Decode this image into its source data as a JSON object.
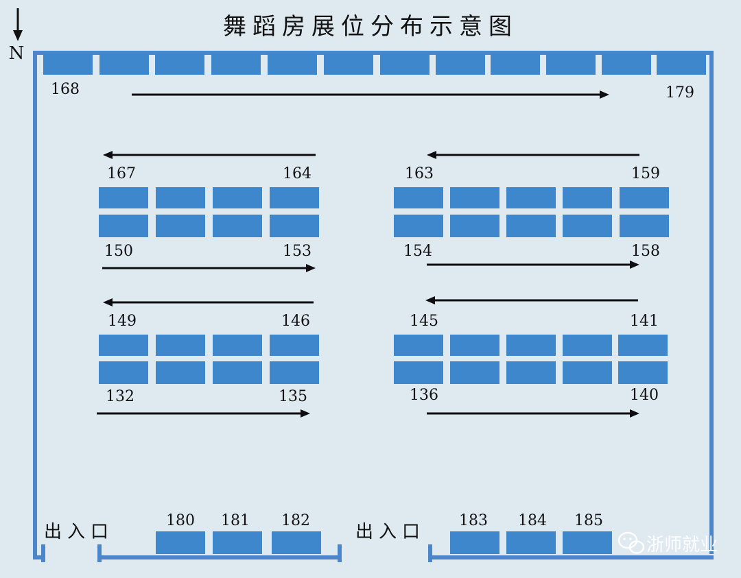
{
  "title": "舞蹈房展位分布示意图",
  "compass": {
    "label": "N"
  },
  "booth_color": "#3f87cc",
  "wall_color": "#4a86c9",
  "background_color": "#dfe9f0",
  "exits": {
    "west_label": "出入口",
    "east_label": "出入口"
  },
  "booth_numbers": {
    "north_row_start": "168",
    "north_row_end": "179",
    "block_nw_top_left": "167",
    "block_nw_top_right": "164",
    "block_nw_bottom_left": "150",
    "block_nw_bottom_right": "153",
    "block_ne_top_left": "163",
    "block_ne_top_right": "159",
    "block_ne_bottom_left": "154",
    "block_ne_bottom_right": "158",
    "block_sw_top_left": "149",
    "block_sw_top_right": "146",
    "block_sw_bottom_left": "132",
    "block_sw_bottom_right": "135",
    "block_se_top_left": "145",
    "block_se_top_right": "141",
    "block_se_bottom_left": "136",
    "block_se_bottom_right": "140",
    "south_booth_1": "180",
    "south_booth_2": "181",
    "south_booth_3": "182",
    "south_booth_4": "183",
    "south_booth_5": "184",
    "south_booth_6": "185"
  },
  "watermark": {
    "text": "浙师就业",
    "icon": "wechat-icon"
  }
}
